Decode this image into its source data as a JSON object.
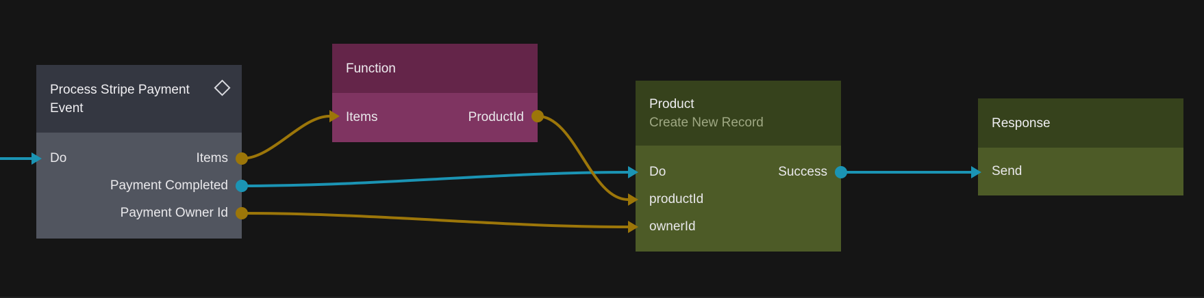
{
  "canvas": {
    "background": "#151515",
    "bottom_edge_color": "#222222"
  },
  "colors": {
    "teal": "#1B94B4",
    "gold": "#9C7609",
    "diamond_outline": "#D9DADF",
    "subtitle": "#9FA883",
    "title_text": "#EFEEF1",
    "port_text": "#E9E8EB"
  },
  "nodes": [
    {
      "title": "Process Stripe Payment Event",
      "icon": "diamond",
      "colors": {
        "header": "#343741",
        "body": "#51555F"
      },
      "rows": [
        {
          "left": "Do",
          "right": "Items"
        },
        {
          "right": "Payment Completed"
        },
        {
          "right": "Payment Owner Id"
        }
      ]
    },
    {
      "title": "Function",
      "colors": {
        "header": "#642549",
        "body": "#7F3461"
      },
      "rows": [
        {
          "left": "Items",
          "right": "ProductId"
        }
      ]
    },
    {
      "title": "Product",
      "subtitle": "Create New Record",
      "colors": {
        "header": "#36421C",
        "body": "#4D5B27"
      },
      "rows": [
        {
          "left": "Do",
          "right": "Success"
        },
        {
          "left": "productId"
        },
        {
          "left": "ownerId"
        }
      ]
    },
    {
      "title": "Response",
      "colors": {
        "header": "#36421C",
        "body": "#4D5B27"
      },
      "rows": [
        {
          "left": "Send"
        }
      ]
    }
  ],
  "edges": [
    {
      "from": "offscreen-left",
      "to": "Process Stripe Payment Event.Do",
      "color": "teal"
    },
    {
      "from": "Process Stripe Payment Event.Items",
      "to": "Function.Items",
      "color": "gold"
    },
    {
      "from": "Process Stripe Payment Event.Payment Completed",
      "to": "Product.Do",
      "color": "teal"
    },
    {
      "from": "Process Stripe Payment Event.Payment Owner Id",
      "to": "Product.ownerId",
      "color": "gold"
    },
    {
      "from": "Function.ProductId",
      "to": "Product.productId",
      "color": "gold"
    },
    {
      "from": "Product.Success",
      "to": "Response.Send",
      "color": "teal"
    }
  ]
}
